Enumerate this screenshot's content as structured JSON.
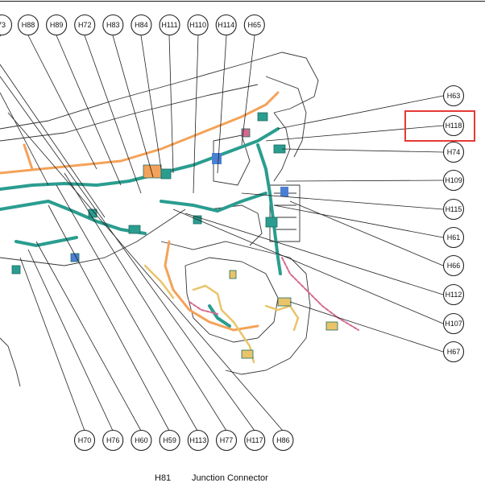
{
  "diagram": {
    "callouts_top": [
      {
        "id": "H73",
        "label": "73"
      },
      {
        "id": "H88",
        "label": "H88"
      },
      {
        "id": "H89",
        "label": "H89"
      },
      {
        "id": "H72",
        "label": "H72"
      },
      {
        "id": "H83",
        "label": "H83"
      },
      {
        "id": "H84",
        "label": "H84"
      },
      {
        "id": "H111",
        "label": "H111"
      },
      {
        "id": "H110",
        "label": "H110"
      },
      {
        "id": "H114",
        "label": "H114"
      },
      {
        "id": "H65",
        "label": "H65"
      }
    ],
    "callouts_right": [
      {
        "id": "H63",
        "label": "H63"
      },
      {
        "id": "H118",
        "label": "H118"
      },
      {
        "id": "H74",
        "label": "H74"
      },
      {
        "id": "H109",
        "label": "H109"
      },
      {
        "id": "H115",
        "label": "H115"
      },
      {
        "id": "H61",
        "label": "H61"
      },
      {
        "id": "H66",
        "label": "H66"
      },
      {
        "id": "H112",
        "label": "H112"
      },
      {
        "id": "H107",
        "label": "H107"
      },
      {
        "id": "H67",
        "label": "H67"
      }
    ],
    "callouts_bottom": [
      {
        "id": "H70",
        "label": "H70"
      },
      {
        "id": "H76",
        "label": "H76"
      },
      {
        "id": "H60",
        "label": "H60"
      },
      {
        "id": "H59",
        "label": "H59"
      },
      {
        "id": "H113",
        "label": "H113"
      },
      {
        "id": "H77",
        "label": "H77"
      },
      {
        "id": "H117",
        "label": "H117"
      },
      {
        "id": "H86",
        "label": "H86"
      }
    ],
    "highlighted": "H118",
    "colors": {
      "outline": "#222222",
      "harness_teal": "#2a9d8f",
      "harness_orange": "#f4a259",
      "harness_yellow": "#e9c46a",
      "harness_pink": "#d26a8e",
      "harness_blue": "#4a7fd4",
      "highlight": "#e53935"
    }
  },
  "footer": {
    "code": "H81",
    "description": "Junction Connector"
  }
}
